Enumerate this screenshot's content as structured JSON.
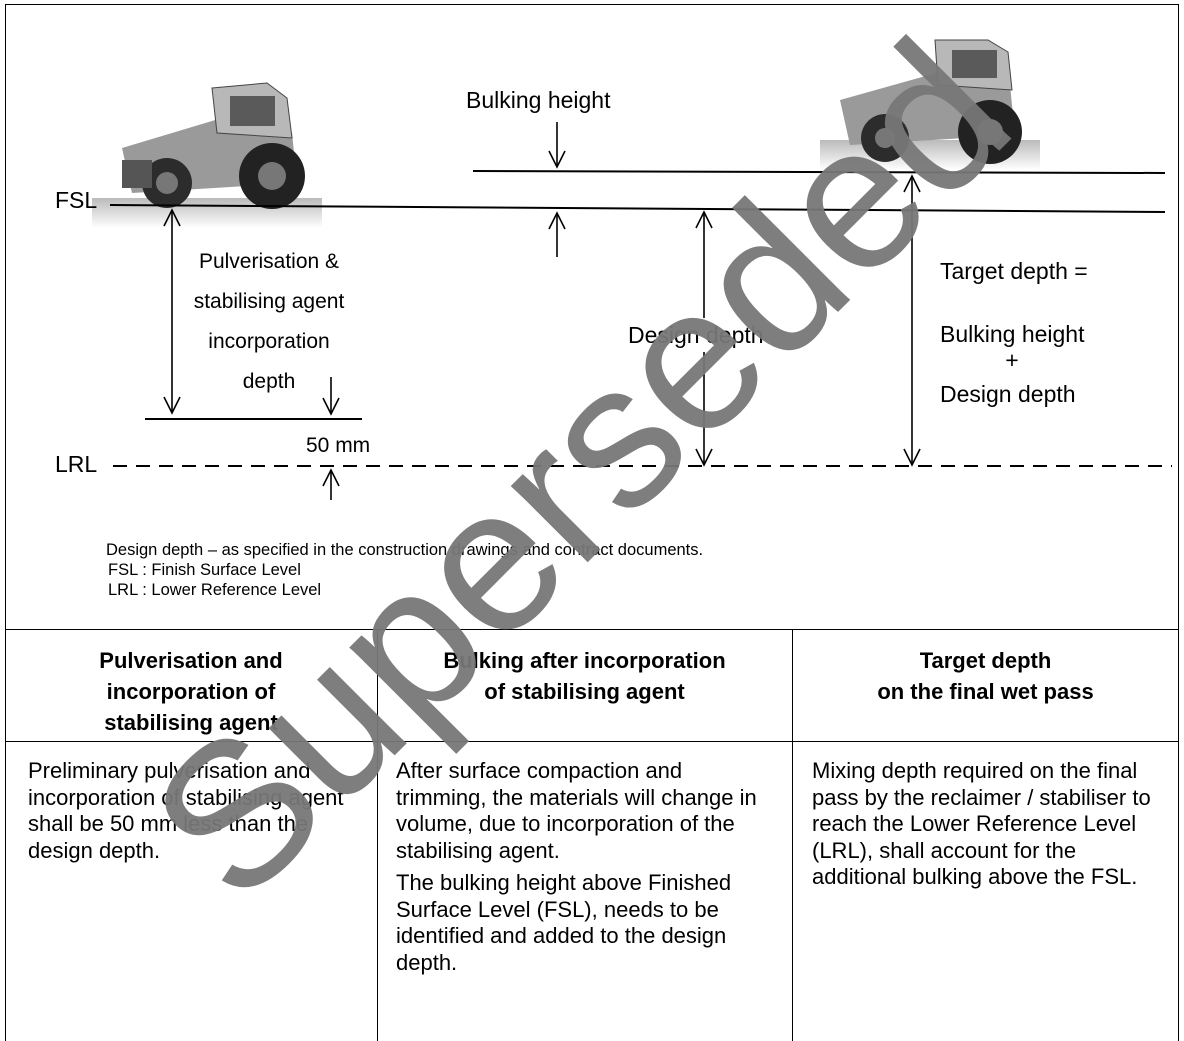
{
  "diagram": {
    "bulking_height_label": "Bulking height",
    "fsl_label": "FSL",
    "lrl_label": "LRL",
    "pulverisation_label_lines": [
      "Pulverisation &",
      "stabilising agent",
      "incorporation",
      "depth"
    ],
    "offset_label": "50 mm",
    "design_depth_label": "Design depth",
    "target_depth_lines": [
      "Target depth =",
      "Bulking height",
      "+",
      "Design depth"
    ],
    "machine_icon_left": "stabiliser-machine",
    "machine_icon_right": "stabiliser-machine"
  },
  "notes": [
    "Design depth – as specified in the construction drawings and contract documents.",
    "FSL : Finish Surface Level",
    "LRL : Lower Reference Level"
  ],
  "table": {
    "headers": [
      [
        "Pulverisation and",
        "incorporation of",
        "stabilising agent"
      ],
      [
        "Bulking after incorporation",
        "of stabilising agent"
      ],
      [
        "Target depth",
        "on the final wet pass"
      ]
    ],
    "cells": [
      [
        "Preliminary pulverisation and incorporation of stabilising agent shall be 50 mm less than the design depth."
      ],
      [
        "After surface compaction and trimming, the materials will change in volume, due to incorporation of the stabilising agent.",
        "The bulking height above Finished Surface Level (FSL), needs to be identified and added to the design depth."
      ],
      [
        "Mixing depth required on the final pass by the reclaimer / stabiliser to reach the Lower Reference Level (LRL), shall account for the additional bulking above the FSL."
      ]
    ]
  },
  "watermark": {
    "text": "Superseded",
    "color": "#777777"
  }
}
